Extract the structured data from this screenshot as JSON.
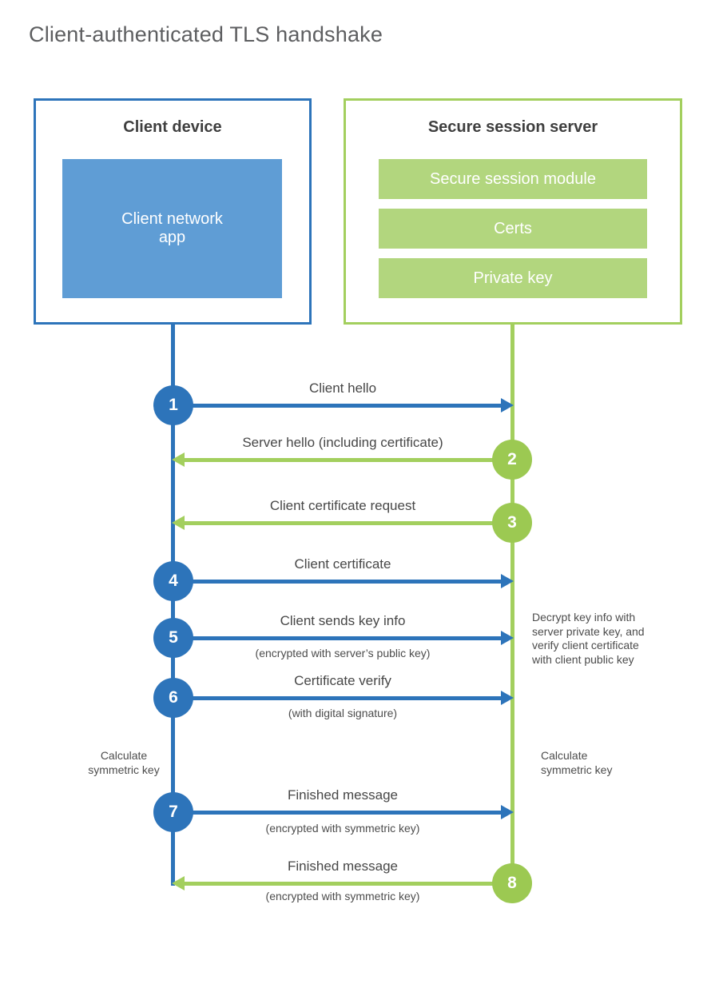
{
  "title": "Client-authenticated TLS handshake",
  "colors": {
    "blue": "#2d74ba",
    "blue_fill": "#5f9dd5",
    "green": "#a3cf5e",
    "green_circle": "#9cc952",
    "green_fill": "#b2d67e"
  },
  "client": {
    "title": "Client device",
    "app": "Client network\napp"
  },
  "server": {
    "title": "Secure session server",
    "modules": [
      "Secure session module",
      "Certs",
      "Private key"
    ]
  },
  "steps": [
    {
      "num": "1",
      "label": "Client hello",
      "sub": "",
      "from": "client",
      "to": "server"
    },
    {
      "num": "2",
      "label": "Server hello (including certificate)",
      "sub": "",
      "from": "server",
      "to": "client"
    },
    {
      "num": "3",
      "label": "Client certificate request",
      "sub": "",
      "from": "server",
      "to": "client"
    },
    {
      "num": "4",
      "label": "Client certificate",
      "sub": "",
      "from": "client",
      "to": "server"
    },
    {
      "num": "5",
      "label": "Client sends key info",
      "sub": "(encrypted with server’s public key)",
      "from": "client",
      "to": "server"
    },
    {
      "num": "6",
      "label": "Certificate verify",
      "sub": "(with digital signature)",
      "from": "client",
      "to": "server"
    },
    {
      "num": "7",
      "label": "Finished message",
      "sub": "(encrypted with symmetric key)",
      "from": "client",
      "to": "server"
    },
    {
      "num": "8",
      "label": "Finished message",
      "sub": "(encrypted with symmetric key)",
      "from": "server",
      "to": "client"
    }
  ],
  "notes": {
    "decrypt": "Decrypt key info with\nserver private key, and\nverify client certificate\nwith client public key",
    "calculate_left": "Calculate\nsymmetric key",
    "calculate_right": "Calculate\nsymmetric key"
  }
}
